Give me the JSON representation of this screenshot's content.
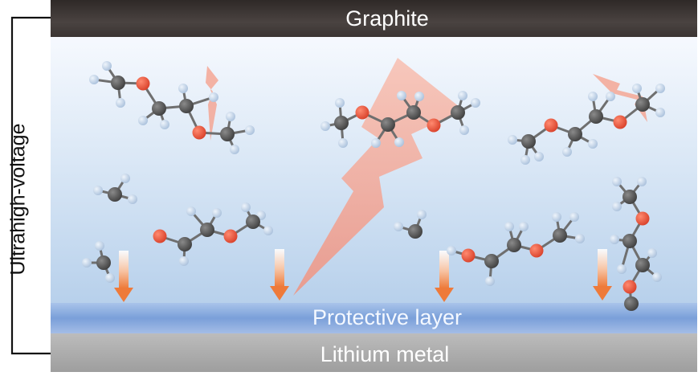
{
  "layers": {
    "top": "Graphite",
    "middle": "Protective layer",
    "bottom": "Lithium metal"
  },
  "side_label": "Ultrahigh-voltage",
  "colors": {
    "graphite": "#3d3735",
    "protective_layer": "#7fa3d8",
    "lithium_metal": "#a9a9a9",
    "electrolyte_top": "#f4f8fd",
    "electrolyte_bottom": "#b9d2ec",
    "carbon_atom": "#5d5d5d",
    "oxygen_atom": "#e8573e",
    "hydrogen_atom": "#c4d6ea",
    "bond": "#6f6f6f",
    "lightning": "#f6a593",
    "arrow": "#ee8a52"
  },
  "icons": [
    "lightning-bolt-icon",
    "down-arrow-icon",
    "molecule-icon"
  ]
}
